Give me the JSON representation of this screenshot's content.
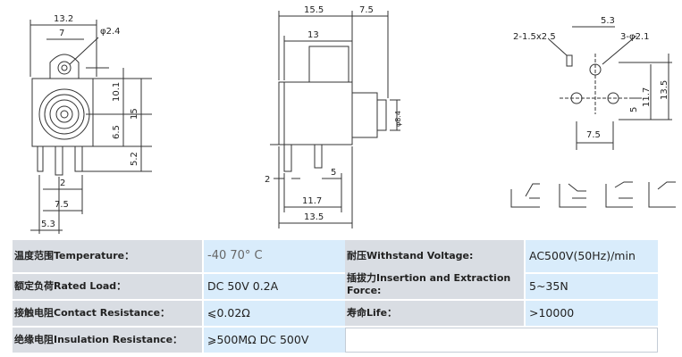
{
  "drawing": {
    "front_dims": [
      "13.2",
      "7",
      "φ2.4",
      "10.1",
      "15",
      "6.5",
      "5.2",
      "2",
      "7.5",
      "5.3"
    ],
    "side_dims": [
      "15.5",
      "7.5",
      "13",
      "φ8.4",
      "2",
      "5",
      "11.7",
      "13.5"
    ],
    "pcb_dims": [
      "2-1.5x2.5",
      "5.3",
      "3-φ2.1",
      "13.5",
      "11.7",
      "5",
      "7.5"
    ]
  },
  "specs": {
    "temperature": {
      "label": "温度范围Temperature：",
      "value": "-40    70° C"
    },
    "withstand": {
      "label": "耐压Withstand Voltage:",
      "value": "AC500V(50Hz)/min"
    },
    "rated_load": {
      "label": "额定负荷Rated Load：",
      "value": "DC 50V 0.2A"
    },
    "insertion": {
      "label": "插拔力Insertion and Extraction Force:",
      "value": "5~35N"
    },
    "contact": {
      "label": "接触电阻Contact Resistance：",
      "value": "⩽0.02Ω"
    },
    "life": {
      "label": "寿命Life：",
      "value": ">10000"
    },
    "insulation": {
      "label": "绝缘电阻Insulation Resistance：",
      "value": "⩾500MΩ  DC  500V"
    }
  }
}
